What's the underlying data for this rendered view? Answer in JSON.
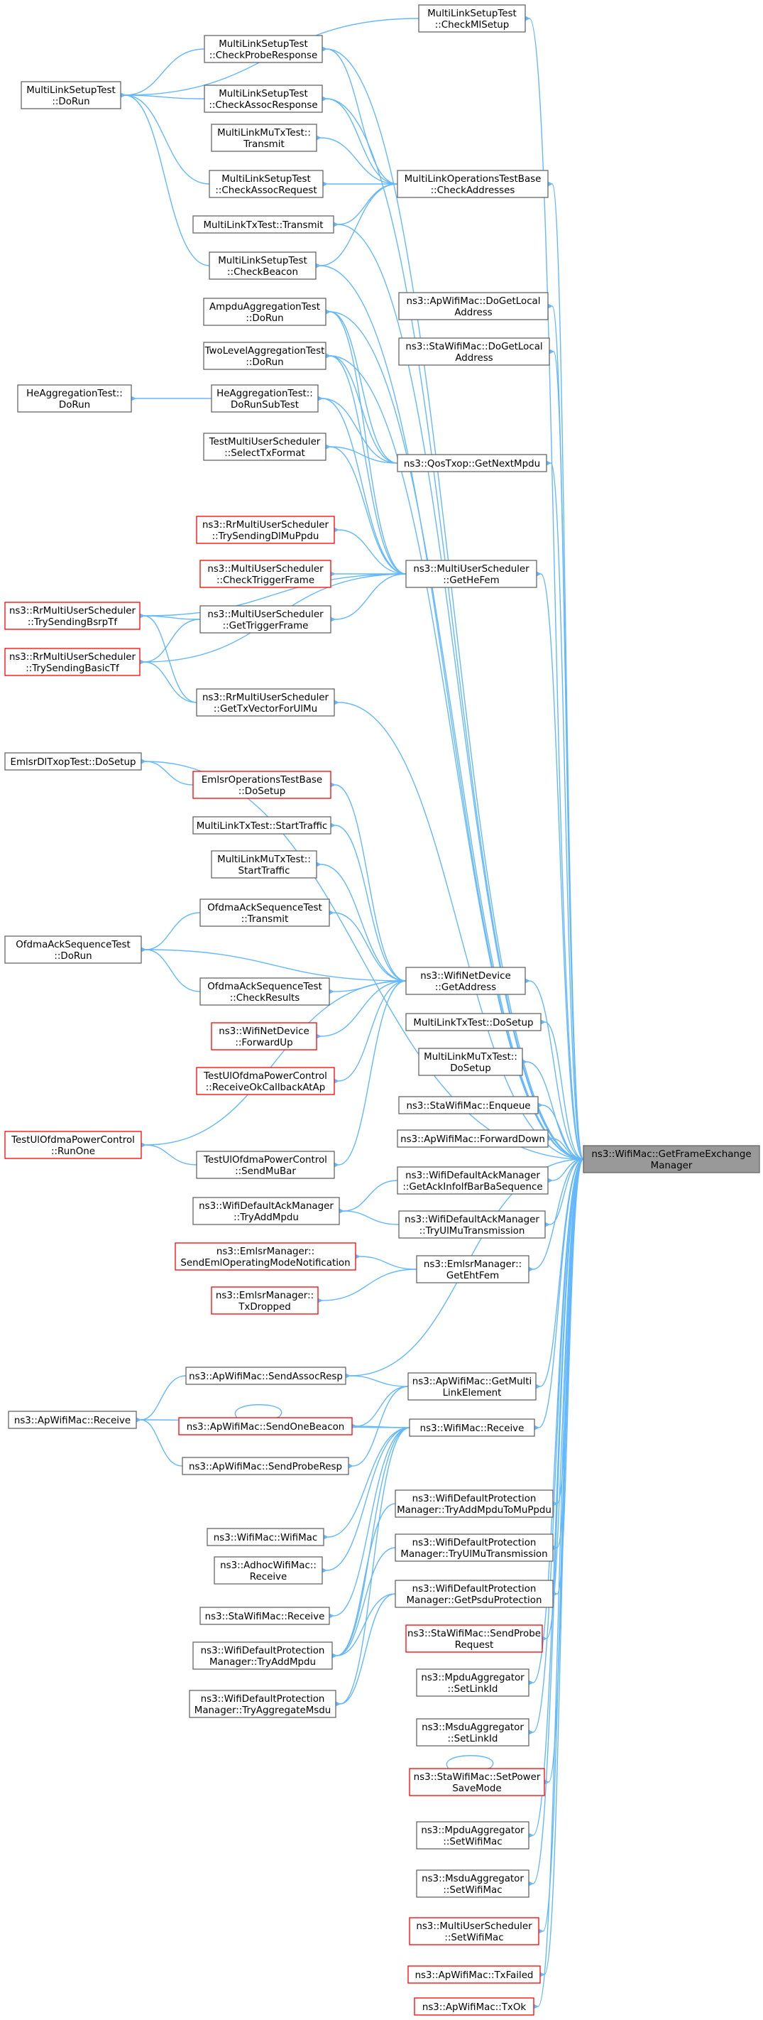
{
  "colors": {
    "edge": "#63b8ff",
    "node_border": "#666666",
    "red_border": "#ff0000",
    "root_fill": "#999999"
  },
  "diagram": {
    "type": "caller-graph",
    "root": "getframeexchange",
    "nodes": [
      {
        "id": "checkmlsetup",
        "lines": [
          "MultiLinkSetupTest",
          "::CheckMlSetup"
        ]
      },
      {
        "id": "checkproberesponse",
        "lines": [
          "MultiLinkSetupTest",
          "::CheckProbeResponse"
        ]
      },
      {
        "id": "mlsetup_dorun",
        "lines": [
          "MultiLinkSetupTest",
          "::DoRun"
        ]
      },
      {
        "id": "checkassocresponse",
        "lines": [
          "MultiLinkSetupTest",
          "::CheckAssocResponse"
        ]
      },
      {
        "id": "mumtx_transmit",
        "lines": [
          "MultiLinkMuTxTest::",
          "Transmit"
        ]
      },
      {
        "id": "checkaddresses",
        "lines": [
          "MultiLinkOperationsTestBase",
          "::CheckAddresses"
        ]
      },
      {
        "id": "checkassocrequest",
        "lines": [
          "MultiLinkSetupTest",
          "::CheckAssocRequest"
        ]
      },
      {
        "id": "txtest_transmit",
        "lines": [
          "MultiLinkTxTest::Transmit"
        ]
      },
      {
        "id": "checkbeacon",
        "lines": [
          "MultiLinkSetupTest",
          "::CheckBeacon"
        ]
      },
      {
        "id": "ampdu_dorun",
        "lines": [
          "AmpduAggregationTest",
          "::DoRun"
        ]
      },
      {
        "id": "ap_dogetlocal",
        "lines": [
          "ns3::ApWifiMac::DoGetLocal",
          "Address"
        ]
      },
      {
        "id": "sta_dogetlocal",
        "lines": [
          "ns3::StaWifiMac::DoGetLocal",
          "Address"
        ]
      },
      {
        "id": "twolevel_dorun",
        "lines": [
          "TwoLevelAggregationTest",
          "::DoRun"
        ]
      },
      {
        "id": "heagg_dorun",
        "lines": [
          "HeAggregationTest::",
          "DoRun"
        ]
      },
      {
        "id": "heagg_dorunsubtest",
        "lines": [
          "HeAggregationTest::",
          "DoRunSubTest"
        ]
      },
      {
        "id": "selecttxformat",
        "lines": [
          "TestMultiUserScheduler",
          "::SelectTxFormat"
        ]
      },
      {
        "id": "qostxop_getnextmpdu",
        "lines": [
          "ns3::QosTxop::GetNextMpdu"
        ]
      },
      {
        "id": "rr_trysendingdlmuppdu",
        "red": true,
        "lines": [
          "ns3::RrMultiUserScheduler",
          "::TrySendingDlMuPpdu"
        ]
      },
      {
        "id": "mus_checktriggerframe",
        "red": true,
        "lines": [
          "ns3::MultiUserScheduler",
          "::CheckTriggerFrame"
        ]
      },
      {
        "id": "mus_gethefem",
        "lines": [
          "ns3::MultiUserScheduler",
          "::GetHeFem"
        ]
      },
      {
        "id": "rr_trysendingbsrptf",
        "red": true,
        "lines": [
          "ns3::RrMultiUserScheduler",
          "::TrySendingBsrpTf"
        ]
      },
      {
        "id": "mus_gettriggerframe",
        "lines": [
          "ns3::MultiUserScheduler",
          "::GetTriggerFrame"
        ]
      },
      {
        "id": "rr_trysendingbasictf",
        "red": true,
        "lines": [
          "ns3::RrMultiUserScheduler",
          "::TrySendingBasicTf"
        ]
      },
      {
        "id": "rr_gettxvectorforulmu",
        "lines": [
          "ns3::RrMultiUserScheduler",
          "::GetTxVectorForUlMu"
        ]
      },
      {
        "id": "emlsrdltxop_dosetup",
        "lines": [
          "EmlsrDlTxopTest::DoSetup"
        ]
      },
      {
        "id": "emlsrops_dosetup",
        "red": true,
        "lines": [
          "EmlsrOperationsTestBase",
          "::DoSetup"
        ]
      },
      {
        "id": "txtest_starttraffic",
        "lines": [
          "MultiLinkTxTest::StartTraffic"
        ]
      },
      {
        "id": "mumtx_starttraffic",
        "lines": [
          "MultiLinkMuTxTest::",
          "StartTraffic"
        ]
      },
      {
        "id": "ofdma_transmit",
        "lines": [
          "OfdmaAckSequenceTest",
          "::Transmit"
        ]
      },
      {
        "id": "ofdma_dorun",
        "lines": [
          "OfdmaAckSequenceTest",
          "::DoRun"
        ]
      },
      {
        "id": "wifinetdevice_getaddress",
        "lines": [
          "ns3::WifiNetDevice",
          "::GetAddress"
        ]
      },
      {
        "id": "ofdma_checkresults",
        "lines": [
          "OfdmaAckSequenceTest",
          "::CheckResults"
        ]
      },
      {
        "id": "txtest_dosetup",
        "lines": [
          "MultiLinkTxTest::DoSetup"
        ]
      },
      {
        "id": "wifinetdevice_forwardup",
        "red": true,
        "lines": [
          "ns3::WifiNetDevice",
          "::ForwardUp"
        ]
      },
      {
        "id": "mumtx_dosetup",
        "lines": [
          "MultiLinkMuTxTest::",
          "DoSetup"
        ]
      },
      {
        "id": "ulofdma_receiveok",
        "red": true,
        "lines": [
          "TestUlOfdmaPowerControl",
          "::ReceiveOkCallbackAtAp"
        ]
      },
      {
        "id": "sta_enqueue",
        "lines": [
          "ns3::StaWifiMac::Enqueue"
        ]
      },
      {
        "id": "ulofdma_runone",
        "red": true,
        "lines": [
          "TestUlOfdmaPowerControl",
          "::RunOne"
        ]
      },
      {
        "id": "ulofdma_sendmubar",
        "lines": [
          "TestUlOfdmaPowerControl",
          "::SendMuBar"
        ]
      },
      {
        "id": "ap_forwarddown",
        "lines": [
          "ns3::ApWifiMac::ForwardDown"
        ]
      },
      {
        "id": "getframeexchange",
        "root": true,
        "lines": [
          "ns3::WifiMac::GetFrameExchange",
          "Manager"
        ]
      },
      {
        "id": "ackmgr_getackinfo",
        "lines": [
          "ns3::WifiDefaultAckManager",
          "::GetAckInfoIfBarBaSequence"
        ]
      },
      {
        "id": "ackmgr_tryaddmpdu",
        "lines": [
          "ns3::WifiDefaultAckManager",
          "::TryAddMpdu"
        ]
      },
      {
        "id": "ackmgr_tryulmu",
        "lines": [
          "ns3::WifiDefaultAckManager",
          "::TryUlMuTransmission"
        ]
      },
      {
        "id": "emlsr_sendeml",
        "red": true,
        "lines": [
          "ns3::EmlsrManager::",
          "SendEmlOperatingModeNotification"
        ]
      },
      {
        "id": "emlsr_getehtfem",
        "lines": [
          "ns3::EmlsrManager::",
          "GetEhtFem"
        ]
      },
      {
        "id": "emlsr_txdropped",
        "red": true,
        "lines": [
          "ns3::EmlsrManager::",
          "TxDropped"
        ]
      },
      {
        "id": "ap_sendassocresp",
        "lines": [
          "ns3::ApWifiMac::SendAssocResp"
        ]
      },
      {
        "id": "ap_getmultilink",
        "lines": [
          "ns3::ApWifiMac::GetMulti",
          "LinkElement"
        ]
      },
      {
        "id": "ap_receive",
        "lines": [
          "ns3::ApWifiMac::Receive"
        ]
      },
      {
        "id": "ap_sendonebeacon",
        "red": true,
        "lines": [
          "ns3::ApWifiMac::SendOneBeacon"
        ]
      },
      {
        "id": "wifimac_receive",
        "lines": [
          "ns3::WifiMac::Receive"
        ]
      },
      {
        "id": "ap_sendproberesp",
        "lines": [
          "ns3::ApWifiMac::SendProbeResp"
        ]
      },
      {
        "id": "prot_tryaddmpdutomu",
        "lines": [
          "ns3::WifiDefaultProtection",
          "Manager::TryAddMpduToMuPpdu"
        ]
      },
      {
        "id": "wifimac_wifimac",
        "lines": [
          "ns3::WifiMac::WifiMac"
        ]
      },
      {
        "id": "prot_tryulmu",
        "lines": [
          "ns3::WifiDefaultProtection",
          "Manager::TryUlMuTransmission"
        ]
      },
      {
        "id": "adhoc_receive",
        "lines": [
          "ns3::AdhocWifiMac::",
          "Receive"
        ]
      },
      {
        "id": "prot_getpsduprotection",
        "lines": [
          "ns3::WifiDefaultProtection",
          "Manager::GetPsduProtection"
        ]
      },
      {
        "id": "sta_receive",
        "lines": [
          "ns3::StaWifiMac::Receive"
        ]
      },
      {
        "id": "sta_sendprobe",
        "red": true,
        "lines": [
          "ns3::StaWifiMac::SendProbe",
          "Request"
        ]
      },
      {
        "id": "prot_tryaddmpdu",
        "lines": [
          "ns3::WifiDefaultProtection",
          "Manager::TryAddMpdu"
        ]
      },
      {
        "id": "prot_tryaggregatemsdu",
        "lines": [
          "ns3::WifiDefaultProtection",
          "Manager::TryAggregateMsdu"
        ]
      },
      {
        "id": "mpduagg_setlinkid",
        "lines": [
          "ns3::MpduAggregator",
          "::SetLinkId"
        ]
      },
      {
        "id": "msduagg_setlinkid",
        "lines": [
          "ns3::MsduAggregator",
          "::SetLinkId"
        ]
      },
      {
        "id": "sta_setpowersave",
        "red": true,
        "lines": [
          "ns3::StaWifiMac::SetPower",
          "SaveMode"
        ]
      },
      {
        "id": "mpduagg_setwifimac",
        "lines": [
          "ns3::MpduAggregator",
          "::SetWifiMac"
        ]
      },
      {
        "id": "msduagg_setwifimac",
        "lines": [
          "ns3::MsduAggregator",
          "::SetWifiMac"
        ]
      },
      {
        "id": "mus_setwifimac",
        "red": true,
        "lines": [
          "ns3::MultiUserScheduler",
          "::SetWifiMac"
        ]
      },
      {
        "id": "ap_txfailed",
        "red": true,
        "lines": [
          "ns3::ApWifiMac::TxFailed"
        ]
      },
      {
        "id": "ap_txok",
        "red": true,
        "lines": [
          "ns3::ApWifiMac::TxOk"
        ]
      }
    ],
    "edges": [
      [
        "mlsetup_dorun",
        "checkmlsetup"
      ],
      [
        "mlsetup_dorun",
        "checkproberesponse"
      ],
      [
        "mlsetup_dorun",
        "checkassocresponse"
      ],
      [
        "mlsetup_dorun",
        "checkassocrequest"
      ],
      [
        "mlsetup_dorun",
        "checkbeacon"
      ],
      [
        "checkproberesponse",
        "checkaddresses"
      ],
      [
        "checkassocresponse",
        "checkaddresses"
      ],
      [
        "mumtx_transmit",
        "checkaddresses"
      ],
      [
        "checkassocrequest",
        "checkaddresses"
      ],
      [
        "txtest_transmit",
        "checkaddresses"
      ],
      [
        "checkbeacon",
        "checkaddresses"
      ],
      [
        "heagg_dorun",
        "heagg_dorunsubtest"
      ],
      [
        "ampdu_dorun",
        "qostxop_getnextmpdu"
      ],
      [
        "twolevel_dorun",
        "qostxop_getnextmpdu"
      ],
      [
        "heagg_dorunsubtest",
        "qostxop_getnextmpdu"
      ],
      [
        "selecttxformat",
        "qostxop_getnextmpdu"
      ],
      [
        "ampdu_dorun",
        "mus_gethefem"
      ],
      [
        "twolevel_dorun",
        "mus_gethefem"
      ],
      [
        "heagg_dorunsubtest",
        "mus_gethefem"
      ],
      [
        "selecttxformat",
        "mus_gethefem"
      ],
      [
        "rr_trysendingdlmuppdu",
        "mus_gethefem"
      ],
      [
        "mus_checktriggerframe",
        "mus_gethefem"
      ],
      [
        "mus_gettriggerframe",
        "mus_gethefem"
      ],
      [
        "rr_trysendingbsrptf",
        "mus_gethefem"
      ],
      [
        "rr_trysendingbasictf",
        "mus_gethefem"
      ],
      [
        "rr_trysendingbsrptf",
        "mus_gettriggerframe"
      ],
      [
        "rr_trysendingbasictf",
        "mus_gettriggerframe"
      ],
      [
        "rr_trysendingbsrptf",
        "rr_gettxvectorforulmu"
      ],
      [
        "rr_trysendingbasictf",
        "rr_gettxvectorforulmu"
      ],
      [
        "emlsrdltxop_dosetup",
        "emlsrops_dosetup"
      ],
      [
        "emlsrops_dosetup",
        "wifinetdevice_getaddress"
      ],
      [
        "txtest_starttraffic",
        "wifinetdevice_getaddress"
      ],
      [
        "mumtx_starttraffic",
        "wifinetdevice_getaddress"
      ],
      [
        "ofdma_transmit",
        "wifinetdevice_getaddress"
      ],
      [
        "ofdma_dorun",
        "ofdma_transmit"
      ],
      [
        "ofdma_dorun",
        "wifinetdevice_getaddress"
      ],
      [
        "ofdma_dorun",
        "ofdma_checkresults"
      ],
      [
        "ofdma_checkresults",
        "wifinetdevice_getaddress"
      ],
      [
        "wifinetdevice_forwardup",
        "wifinetdevice_getaddress"
      ],
      [
        "ulofdma_receiveok",
        "wifinetdevice_getaddress"
      ],
      [
        "ulofdma_runone",
        "wifinetdevice_getaddress"
      ],
      [
        "ulofdma_runone",
        "ulofdma_sendmubar"
      ],
      [
        "ulofdma_sendmubar",
        "wifinetdevice_getaddress"
      ],
      [
        "ackmgr_tryaddmpdu",
        "ackmgr_getackinfo"
      ],
      [
        "ackmgr_tryaddmpdu",
        "ackmgr_tryulmu"
      ],
      [
        "emlsr_sendeml",
        "emlsr_getehtfem"
      ],
      [
        "emlsr_txdropped",
        "emlsr_getehtfem"
      ],
      [
        "ap_receive",
        "ap_sendassocresp"
      ],
      [
        "ap_receive",
        "ap_sendproberesp"
      ],
      [
        "ap_receive",
        "wifimac_receive"
      ],
      [
        "ap_sendassocresp",
        "ap_getmultilink"
      ],
      [
        "ap_sendonebeacon",
        "ap_getmultilink"
      ],
      [
        "ap_sendproberesp",
        "ap_getmultilink"
      ],
      [
        "ap_sendonebeacon",
        "ap_sendonebeacon"
      ],
      [
        "wifimac_wifimac",
        "wifimac_receive"
      ],
      [
        "adhoc_receive",
        "wifimac_receive"
      ],
      [
        "sta_receive",
        "wifimac_receive"
      ],
      [
        "prot_tryaddmpdu",
        "prot_tryaddmpdutomu"
      ],
      [
        "prot_tryaddmpdu",
        "prot_tryulmu"
      ],
      [
        "prot_tryaddmpdu",
        "prot_getpsduprotection"
      ],
      [
        "prot_tryaggregatemsdu",
        "prot_getpsduprotection"
      ],
      [
        "sta_setpowersave",
        "sta_setpowersave"
      ],
      [
        "checkmlsetup",
        "getframeexchange"
      ],
      [
        "checkproberesponse",
        "getframeexchange"
      ],
      [
        "checkassocresponse",
        "getframeexchange"
      ],
      [
        "checkaddresses",
        "getframeexchange"
      ],
      [
        "txtest_transmit",
        "getframeexchange"
      ],
      [
        "checkbeacon",
        "getframeexchange"
      ],
      [
        "ampdu_dorun",
        "getframeexchange"
      ],
      [
        "ap_dogetlocal",
        "getframeexchange"
      ],
      [
        "sta_dogetlocal",
        "getframeexchange"
      ],
      [
        "twolevel_dorun",
        "getframeexchange"
      ],
      [
        "qostxop_getnextmpdu",
        "getframeexchange"
      ],
      [
        "mus_gethefem",
        "getframeexchange"
      ],
      [
        "rr_gettxvectorforulmu",
        "getframeexchange"
      ],
      [
        "emlsrdltxop_dosetup",
        "getframeexchange"
      ],
      [
        "wifinetdevice_getaddress",
        "getframeexchange"
      ],
      [
        "txtest_dosetup",
        "getframeexchange"
      ],
      [
        "mumtx_dosetup",
        "getframeexchange"
      ],
      [
        "sta_enqueue",
        "getframeexchange"
      ],
      [
        "ap_forwarddown",
        "getframeexchange"
      ],
      [
        "ackmgr_getackinfo",
        "getframeexchange"
      ],
      [
        "ackmgr_tryulmu",
        "getframeexchange"
      ],
      [
        "emlsr_getehtfem",
        "getframeexchange"
      ],
      [
        "ap_sendassocresp",
        "getframeexchange"
      ],
      [
        "ap_getmultilink",
        "getframeexchange"
      ],
      [
        "wifimac_receive",
        "getframeexchange"
      ],
      [
        "prot_tryaddmpdutomu",
        "getframeexchange"
      ],
      [
        "prot_tryulmu",
        "getframeexchange"
      ],
      [
        "prot_getpsduprotection",
        "getframeexchange"
      ],
      [
        "sta_sendprobe",
        "getframeexchange"
      ],
      [
        "mpduagg_setlinkid",
        "getframeexchange"
      ],
      [
        "msduagg_setlinkid",
        "getframeexchange"
      ],
      [
        "sta_setpowersave",
        "getframeexchange"
      ],
      [
        "mpduagg_setwifimac",
        "getframeexchange"
      ],
      [
        "msduagg_setwifimac",
        "getframeexchange"
      ],
      [
        "mus_setwifimac",
        "getframeexchange"
      ],
      [
        "ap_txfailed",
        "getframeexchange"
      ],
      [
        "ap_txok",
        "getframeexchange"
      ],
      [
        "ap_sendonebeacon",
        "wifimac_receive"
      ],
      [
        "prot_tryaddmpdu",
        "wifimac_receive"
      ],
      [
        "prot_tryaggregatemsdu",
        "wifimac_receive"
      ]
    ]
  }
}
